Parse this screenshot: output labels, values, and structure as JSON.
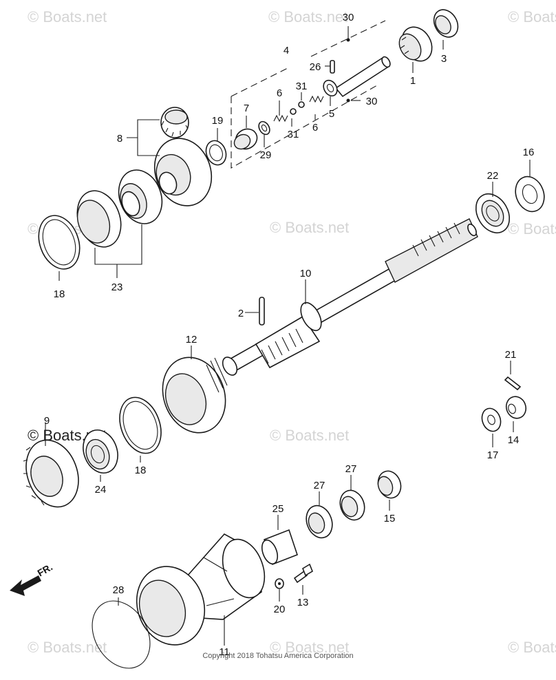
{
  "diagram": {
    "part_numbers": {
      "p1": "1",
      "p2": "2",
      "p3": "3",
      "p4": "4",
      "p5": "5",
      "p6a": "6",
      "p6b": "6",
      "p7": "7",
      "p8": "8",
      "p9": "9",
      "p10": "10",
      "p11": "11",
      "p12": "12",
      "p13": "13",
      "p14": "14",
      "p15": "15",
      "p16": "16",
      "p17": "17",
      "p18a": "18",
      "p18b": "18",
      "p19": "19",
      "p20": "20",
      "p21": "21",
      "p22": "22",
      "p23": "23",
      "p24": "24",
      "p25": "25",
      "p26": "26",
      "p27a": "27",
      "p27b": "27",
      "p28": "28",
      "p29": "29",
      "p30a": "30",
      "p30b": "30",
      "p31a": "31",
      "p31b": "31"
    },
    "watermark": "© Boats.net",
    "copyright": "Copyright 2018 Tohatsu America Corporation",
    "direction_label": "FR."
  }
}
